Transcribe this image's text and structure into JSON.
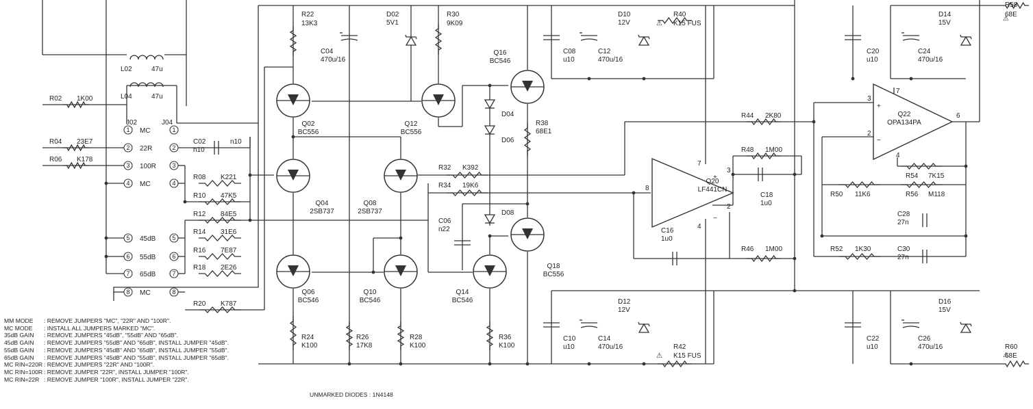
{
  "components": {
    "resistors": [
      {
        "ref": "R02",
        "value": "1K00"
      },
      {
        "ref": "R04",
        "value": "23E7"
      },
      {
        "ref": "R06",
        "value": "K178"
      },
      {
        "ref": "R08",
        "value": "K221"
      },
      {
        "ref": "R10",
        "value": "47K5"
      },
      {
        "ref": "R12",
        "value": "84E5"
      },
      {
        "ref": "R14",
        "value": "31E6"
      },
      {
        "ref": "R16",
        "value": "7E87"
      },
      {
        "ref": "R18",
        "value": "2E26"
      },
      {
        "ref": "R20",
        "value": "K787"
      },
      {
        "ref": "R22",
        "value": "13K3"
      },
      {
        "ref": "R24",
        "value": "K100"
      },
      {
        "ref": "R26",
        "value": "17K8"
      },
      {
        "ref": "R28",
        "value": "K100"
      },
      {
        "ref": "R30",
        "value": "9K09"
      },
      {
        "ref": "R32",
        "value": "K392"
      },
      {
        "ref": "R34",
        "value": "19K6"
      },
      {
        "ref": "R36",
        "value": "K100"
      },
      {
        "ref": "R38",
        "value": "68E1"
      },
      {
        "ref": "R40",
        "value": "K15 FUS"
      },
      {
        "ref": "R42",
        "value": "K15 FUS"
      },
      {
        "ref": "R44",
        "value": "2K80"
      },
      {
        "ref": "R46",
        "value": "1M00"
      },
      {
        "ref": "R48",
        "value": "1M00"
      },
      {
        "ref": "R50",
        "value": "11K6"
      },
      {
        "ref": "R52",
        "value": "1K30"
      },
      {
        "ref": "R54",
        "value": "7K15"
      },
      {
        "ref": "R56",
        "value": "M118"
      },
      {
        "ref": "R58",
        "value": "68E"
      },
      {
        "ref": "R60",
        "value": "68E"
      }
    ],
    "capacitors": [
      {
        "ref": "C02",
        "value": "n10"
      },
      {
        "ref": "C04",
        "value": "470u/16"
      },
      {
        "ref": "C06",
        "value": "n22"
      },
      {
        "ref": "C08",
        "value": "u10"
      },
      {
        "ref": "C10",
        "value": "u10"
      },
      {
        "ref": "C12",
        "value": "470u/16"
      },
      {
        "ref": "C14",
        "value": "470u/16"
      },
      {
        "ref": "C16",
        "value": "1u0"
      },
      {
        "ref": "C18",
        "value": "1u0"
      },
      {
        "ref": "C20",
        "value": "u10"
      },
      {
        "ref": "C22",
        "value": "u10"
      },
      {
        "ref": "C24",
        "value": "470u/16"
      },
      {
        "ref": "C26",
        "value": "470u/16"
      },
      {
        "ref": "C28",
        "value": "27n"
      },
      {
        "ref": "C30",
        "value": "27n"
      }
    ],
    "inductors": [
      {
        "ref": "L02",
        "value": "47u"
      },
      {
        "ref": "L04",
        "value": "47u"
      }
    ],
    "diodes": [
      {
        "ref": "D02",
        "value": "5V1"
      },
      {
        "ref": "D04",
        "value": ""
      },
      {
        "ref": "D06",
        "value": ""
      },
      {
        "ref": "D08",
        "value": ""
      },
      {
        "ref": "D10",
        "value": "12V"
      },
      {
        "ref": "D12",
        "value": "12V"
      },
      {
        "ref": "D14",
        "value": "15V"
      },
      {
        "ref": "D16",
        "value": "15V"
      }
    ],
    "transistors": [
      {
        "ref": "Q02",
        "type": "BC556"
      },
      {
        "ref": "Q04",
        "type": "2SB737"
      },
      {
        "ref": "Q06",
        "type": "BC546"
      },
      {
        "ref": "Q08",
        "type": "2SB737"
      },
      {
        "ref": "Q10",
        "type": "BC546"
      },
      {
        "ref": "Q12",
        "type": "BC556"
      },
      {
        "ref": "Q14",
        "type": "BC546"
      },
      {
        "ref": "Q16",
        "type": "BC546"
      },
      {
        "ref": "Q18",
        "type": "BC556"
      }
    ],
    "opamps": [
      {
        "ref": "Q20",
        "type": "LF441CN"
      },
      {
        "ref": "Q22",
        "type": "OPA134PA"
      }
    ]
  },
  "connectors": {
    "j02": "J02",
    "j04": "J04",
    "pins": [
      {
        "num": "1",
        "label": "MC"
      },
      {
        "num": "2",
        "label": "22R"
      },
      {
        "num": "3",
        "label": "100R"
      },
      {
        "num": "4",
        "label": "MC"
      },
      {
        "num": "5",
        "label": "45dB"
      },
      {
        "num": "6",
        "label": "55dB"
      },
      {
        "num": "7",
        "label": "65dB"
      },
      {
        "num": "8",
        "label": "MC"
      }
    ]
  },
  "opamp_pins": {
    "q20": {
      "p3": "3",
      "p2": "2",
      "p7": "7",
      "p4": "4",
      "p8": "8",
      "plus": "+",
      "minus": "−"
    },
    "q22": {
      "p3": "3",
      "p2": "2",
      "p7": "7",
      "p4": "4",
      "p6": "6",
      "plus": "+",
      "minus": "−"
    }
  },
  "warning_symbol": "⚠",
  "notes": [
    {
      "mode": "MM MODE",
      "text": ": REMOVE JUMPERS \"MC\", \"22R\" AND \"100R\"."
    },
    {
      "mode": "MC MODE",
      "text": ": INSTALL ALL JUMPERS MARKED \"MC\"."
    },
    {
      "mode": "35dB GAIN",
      "text": ": REMOVE JUMPERS \"45dB\", \"55dB\" AND \"65dB\"."
    },
    {
      "mode": "45dB GAIN",
      "text": ": REMOVE JUMPERS \"55dB\" AND \"65dB\", INSTALL JUMPER \"45dB\"."
    },
    {
      "mode": "55dB GAIN",
      "text": ": REMOVE JUMPERS \"45dB\" AND \"65dB\", INSTALL JUMPER \"55dB\"."
    },
    {
      "mode": "65dB GAIN",
      "text": ": REMOVE JUMPERS \"45dB\" AND \"55dB\", INSTALL JUMPER \"65dB\"."
    },
    {
      "mode": "MC RIN=220R",
      "text": ": REMOVE JUMPERS \"22R\" AND \"100R\"."
    },
    {
      "mode": "MC RIN=100R",
      "text": ": REMOVE JUMPER \"22R\", INSTALL JUMPER \"100R\"."
    },
    {
      "mode": "MC RIN=22R",
      "text": ": REMOVE JUMPER \"100R\", INSTALL JUMPER \"22R\"."
    }
  ],
  "unmarked_diodes": "UNMARKED DIODES : 1N4148"
}
